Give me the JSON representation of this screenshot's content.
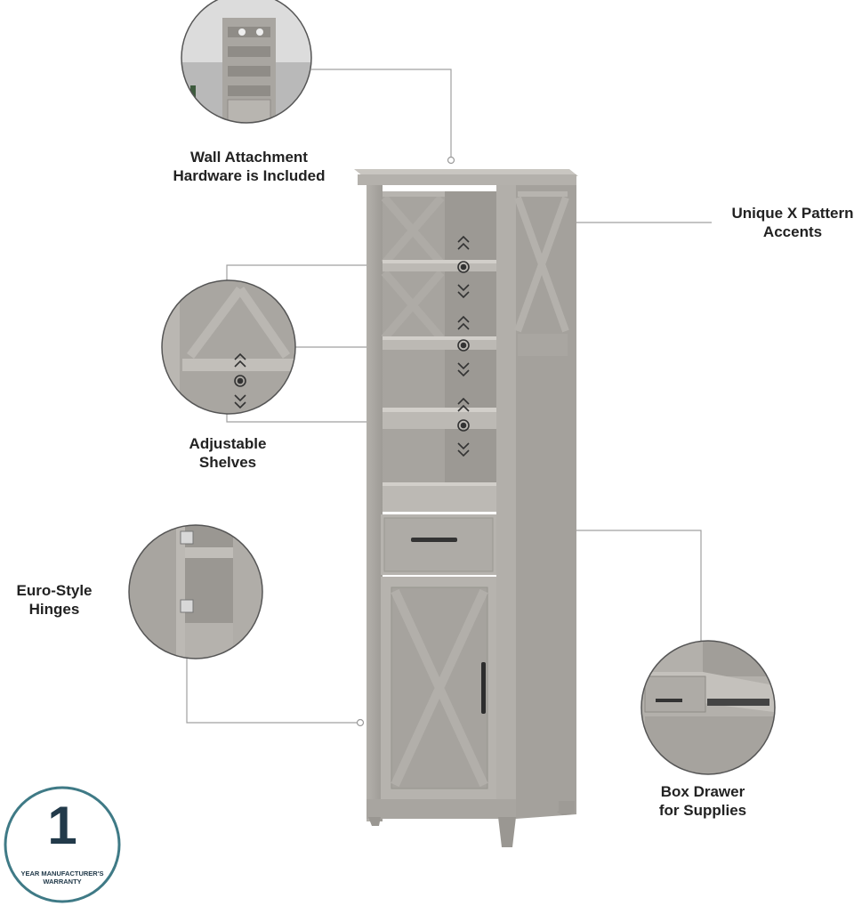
{
  "callouts": {
    "wall": {
      "line1": "Wall Attachment",
      "line2": "Hardware is Included"
    },
    "xpattern": {
      "line1": "Unique X Pattern",
      "line2": "Accents"
    },
    "shelves": {
      "line1": "Adjustable",
      "line2": "Shelves"
    },
    "hinges": {
      "line1": "Euro-Style",
      "line2": "Hinges"
    },
    "drawer": {
      "line1": "Box Drawer",
      "line2": "for Supplies"
    }
  },
  "warranty": {
    "number": "1",
    "line1": "YEAR MANUFACTURER'S",
    "line2": "WARRANTY"
  },
  "colors": {
    "wood": "#a9a6a1",
    "wood_dark": "#8e8b86",
    "wood_light": "#c4c1bc",
    "line": "#9a9a9a",
    "badge": "#223a4a",
    "badge_ring": "#3f7a86"
  },
  "icons": [
    "adjust-shelf-icon",
    "x-pattern-accent",
    "drawer-handle-icon",
    "door-handle-icon"
  ]
}
